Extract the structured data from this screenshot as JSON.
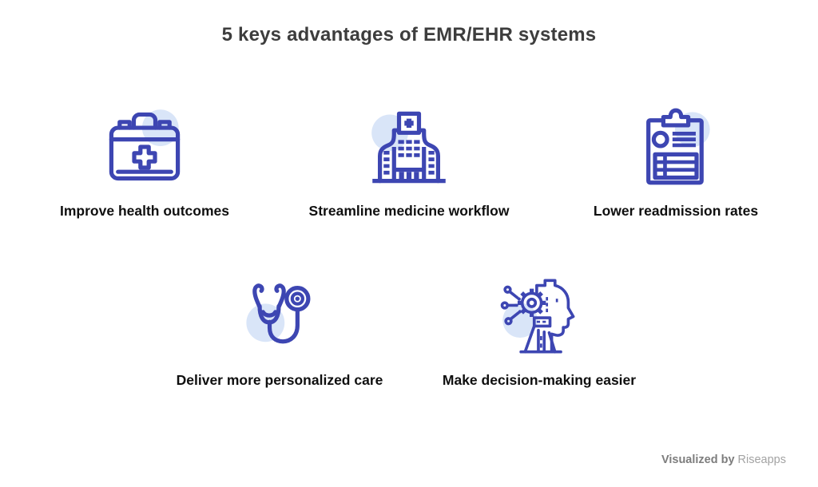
{
  "title": "5 keys advantages of EMR/EHR systems",
  "items": [
    {
      "label": "Improve health outcomes",
      "icon": "first-aid-kit-icon"
    },
    {
      "label": "Streamline medicine workflow",
      "icon": "hospital-icon"
    },
    {
      "label": "Lower readmission rates",
      "icon": "clipboard-report-icon"
    },
    {
      "label": "Deliver more personalized care",
      "icon": "stethoscope-icon"
    },
    {
      "label": "Make decision-making easier",
      "icon": "ai-head-icon"
    }
  ],
  "footer": {
    "prefix": "Visualized by",
    "brand": "Riseapps"
  },
  "colors": {
    "icon_stroke": "#3d46b2",
    "icon_halo": "#d9e5f8",
    "title_color": "#3d3d3d",
    "label_color": "#0f0f0f",
    "footer_prefix_color": "#7d7d7d",
    "footer_brand_color": "#a3a3a3",
    "bg": "#ffffff"
  }
}
